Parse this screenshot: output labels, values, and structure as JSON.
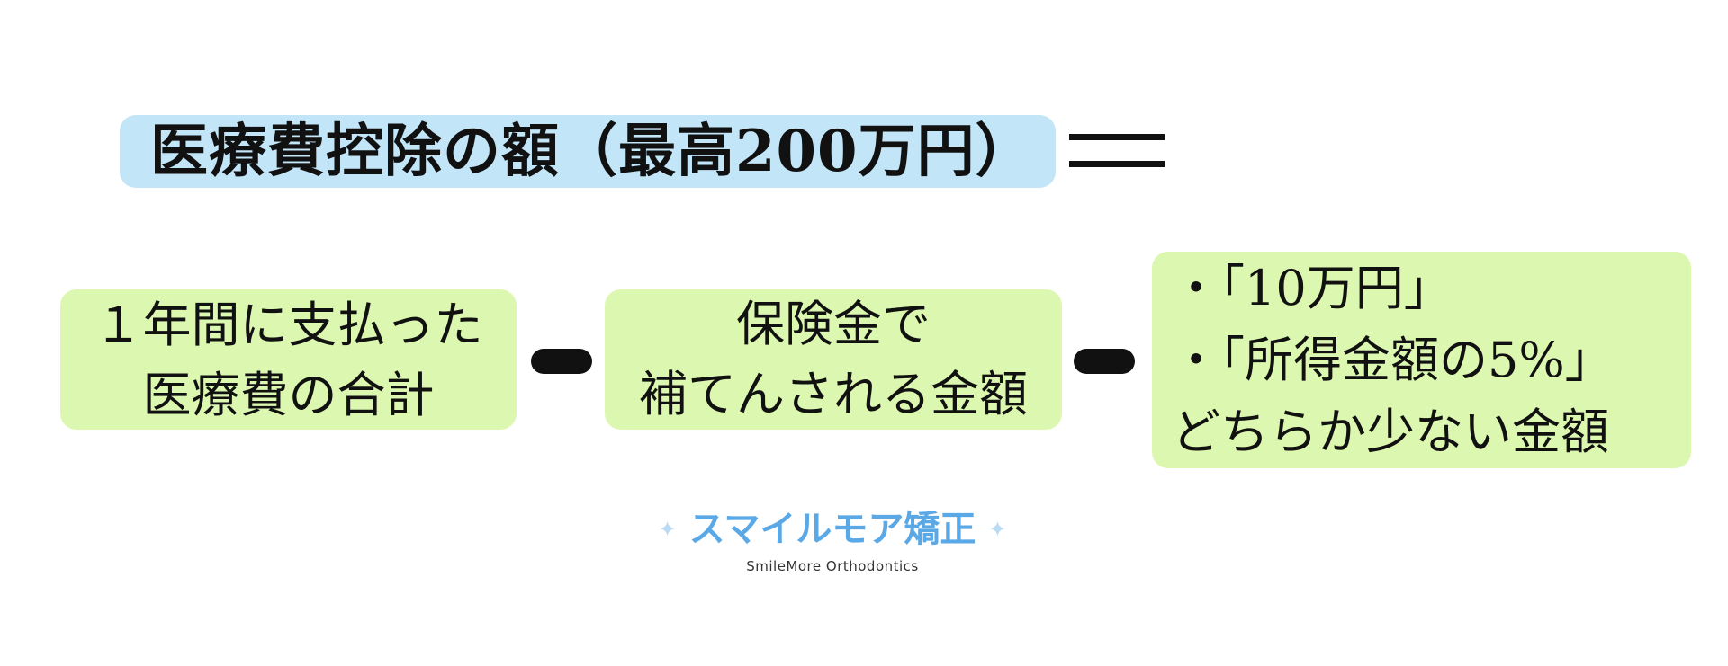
{
  "title": "医療費控除の額（最高200万円）",
  "term1": {
    "lines": [
      "１年間に支払った",
      "医療費の合計"
    ]
  },
  "term2": {
    "lines": [
      "保険金で",
      "補てんされる金額"
    ]
  },
  "term3": {
    "lines": [
      "・「10万円」",
      "・「所得金額の5%」",
      "どちらか少ない金額"
    ]
  },
  "logo": {
    "name": "スマイルモア矯正",
    "subtitle": "SmileMore Orthodontics",
    "color": "#5aa9e6"
  },
  "colors": {
    "title_box": "#c2e5f8",
    "term_box": "#dcf7b0"
  }
}
